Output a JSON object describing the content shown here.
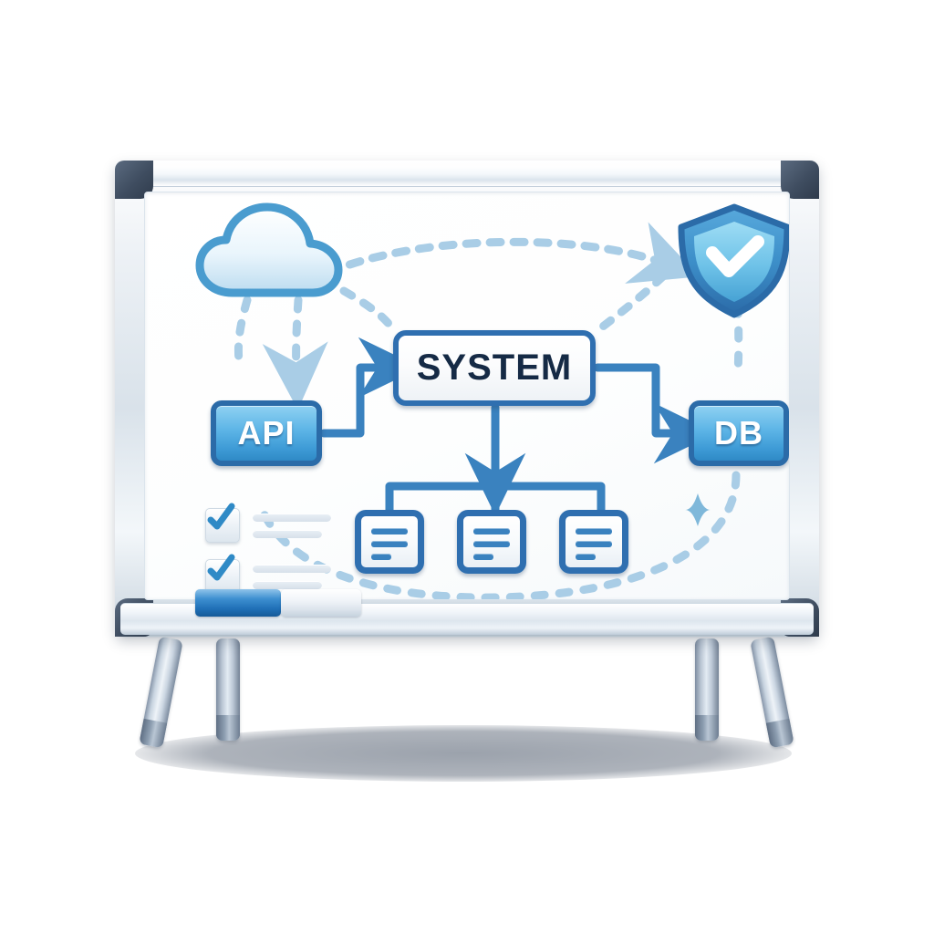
{
  "scene": {
    "title": "System Architecture Whiteboard",
    "description": "Illustration of a whiteboard on an easel showing a system architecture flow diagram",
    "background": "transparent"
  },
  "whiteboard": {
    "frame_color": "#e3eaf1",
    "corner_color": "#3f4d60",
    "surface_color": "#ffffff",
    "tray": {
      "marker_label": "blue-marker",
      "marker_color": "#2f8ac6",
      "eraser_label": "eraser",
      "eraser_color": "#eef3f8"
    },
    "legs": [
      {
        "name": "leg-splay-left"
      },
      {
        "name": "leg-straight-left"
      },
      {
        "name": "leg-straight-right"
      },
      {
        "name": "leg-splay-right"
      }
    ]
  },
  "diagram": {
    "accent_color": "#2f6fb0",
    "node_fill": "#5cb4e6",
    "dash_color": "#a9cde6",
    "nodes": [
      {
        "id": "cloud",
        "label": "cloud-icon",
        "type": "icon"
      },
      {
        "id": "api",
        "label": "API",
        "type": "box"
      },
      {
        "id": "system",
        "label": "SYSTEM",
        "type": "box"
      },
      {
        "id": "db",
        "label": "DB",
        "type": "box"
      },
      {
        "id": "shield",
        "label": "shield-check-icon",
        "type": "icon"
      }
    ],
    "documents": [
      {
        "id": "doc-1",
        "lines": 3
      },
      {
        "id": "doc-2",
        "lines": 3
      },
      {
        "id": "doc-3",
        "lines": 3
      }
    ],
    "checklist": [
      {
        "id": "check-1",
        "checked": true,
        "lines": 2
      },
      {
        "id": "check-2",
        "checked": true,
        "lines": 2
      }
    ],
    "connectors": [
      {
        "from": "api",
        "to": "system",
        "style": "solid",
        "arrow": true
      },
      {
        "from": "system",
        "to": "db",
        "style": "solid",
        "arrow": true
      },
      {
        "from": "system",
        "to": "documents",
        "style": "solid",
        "arrow": true
      },
      {
        "from": "cloud",
        "to": "api",
        "style": "dashed",
        "arrow": true
      },
      {
        "from": "cloud",
        "to": "shield",
        "style": "dashed",
        "arrow": true
      },
      {
        "from": "shield",
        "to": "db",
        "style": "dashed",
        "arrow": false
      },
      {
        "from": "db",
        "to": "api",
        "style": "dashed",
        "arrow": false
      }
    ],
    "sparkle": {
      "label": "sparkle-icon",
      "color": "#7fb8da"
    }
  }
}
